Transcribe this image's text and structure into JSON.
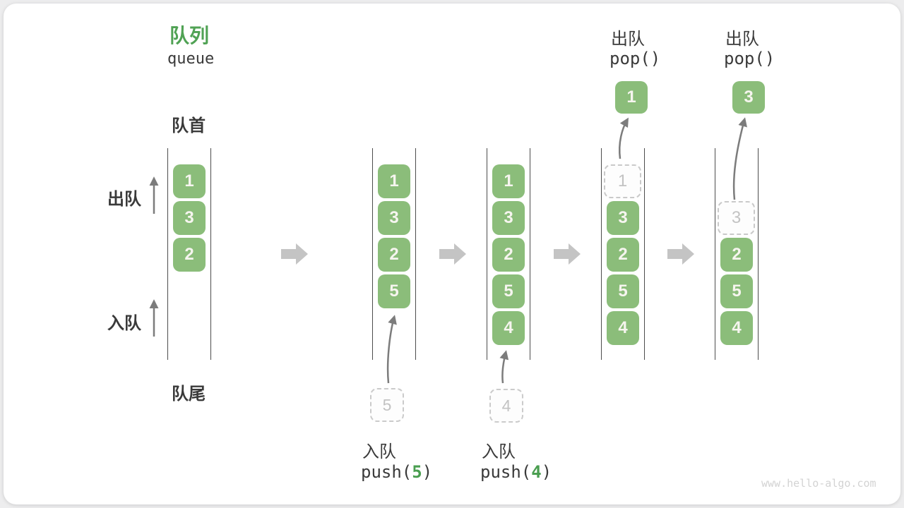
{
  "header": {
    "title_zh": "队列",
    "title_en": "queue"
  },
  "side_labels": {
    "front": "队首",
    "rear": "队尾",
    "dequeue": "出队",
    "enqueue": "入队"
  },
  "states": [
    {
      "items": [
        "1",
        "3",
        "2"
      ]
    },
    {
      "items": [
        "1",
        "3",
        "2",
        "5"
      ]
    },
    {
      "items": [
        "1",
        "3",
        "2",
        "5",
        "4"
      ]
    },
    {
      "ghost": "1",
      "items": [
        "3",
        "2",
        "5",
        "4"
      ]
    },
    {
      "ghost": "3",
      "items": [
        "2",
        "5",
        "4"
      ]
    }
  ],
  "operations": {
    "push5": {
      "label": "入队",
      "code_fn": "push(",
      "code_arg": "5",
      "code_close": ")",
      "ghost": "5"
    },
    "push4": {
      "label": "入队",
      "code_fn": "push(",
      "code_arg": "4",
      "code_close": ")",
      "ghost": "4"
    },
    "pop1": {
      "label": "出队",
      "code": "pop()",
      "popped": "1"
    },
    "pop2": {
      "label": "出队",
      "code": "pop()",
      "popped": "3"
    }
  },
  "watermark": "www.hello-algo.com",
  "colors": {
    "item_green": "#8BBD7A",
    "title_green": "#50A254",
    "code_arg_green": "#4A9E50",
    "wall_gray": "#4d4d4d",
    "flow_arrow_gray": "#c4c4c4",
    "thin_arrow_gray": "#7c7c7c"
  }
}
